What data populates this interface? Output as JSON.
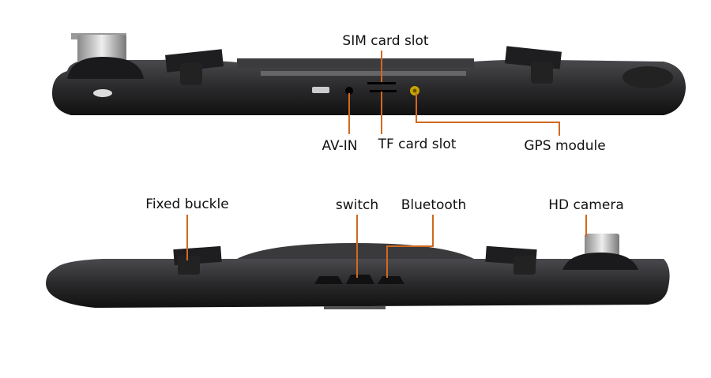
{
  "colors": {
    "leader": "#d2691e",
    "body": "#2a2a2c",
    "body_dark": "#141416"
  },
  "top_view": {
    "labels": {
      "sim": "SIM card slot",
      "av_in": "AV-IN",
      "tf": "TF card slot",
      "gps": "GPS module"
    }
  },
  "bottom_view": {
    "labels": {
      "buckle": "Fixed buckle",
      "switch": "switch",
      "bluetooth": "Bluetooth",
      "camera": "HD camera"
    }
  }
}
